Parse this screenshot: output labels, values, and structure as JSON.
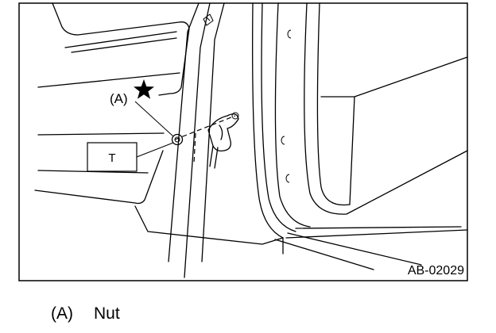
{
  "figure": {
    "callout_a": "(A)",
    "torque_box": "T",
    "figure_id": "AB-02029"
  },
  "legend": {
    "key": "(A)",
    "text": "Nut"
  }
}
